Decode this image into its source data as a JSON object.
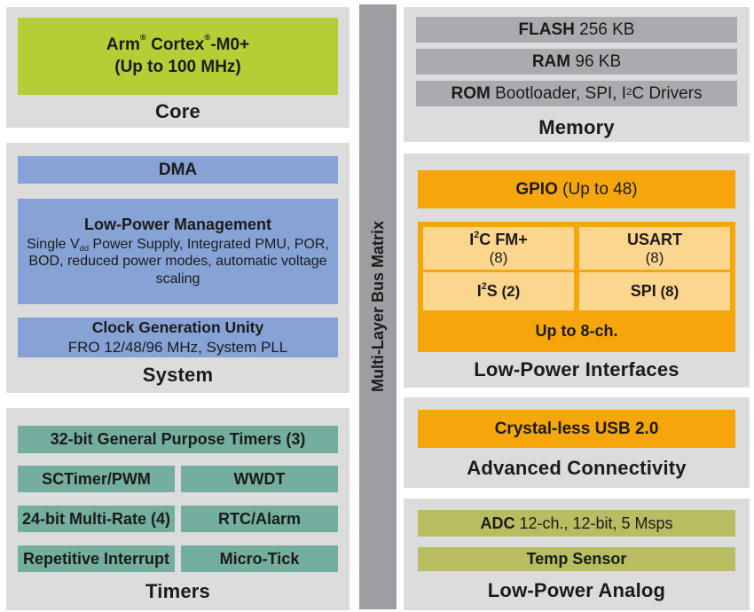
{
  "colors": {
    "panel_bg": "#dcdcdc",
    "core_green": "#b6ce35",
    "system_blue": "#87a3d5",
    "timers_teal": "#74ae9f",
    "memory_gray": "#a9abae",
    "bus_gray": "#9c9ea1",
    "interface_orange": "#f6a60a",
    "interface_light_orange": "#fcd68e",
    "analog_olive": "#b8bd62",
    "text": "#1b1b1b"
  },
  "core": {
    "label": "Core",
    "title_brand": "Arm",
    "title_reg1": "®",
    "title_family": " Cortex",
    "title_reg2": "®",
    "title_suffix": "-M0+",
    "subtitle": "(Up to 100 MHz)"
  },
  "system": {
    "label": "System",
    "dma": "DMA",
    "lpm_title": "Low-Power Management",
    "lpm_pre": "Single V",
    "lpm_sub": "dd",
    "lpm_post": " Power Supply, Integrated PMU, POR, BOD, reduced power modes, automatic voltage scaling",
    "clock_title": "Clock Generation Unity",
    "clock_sub": "FRO 12/48/96 MHz, System PLL"
  },
  "timers": {
    "label": "Timers",
    "full_row": "32-bit General Purpose Timers (3)",
    "cells": [
      "SCTimer/PWM",
      "WWDT",
      "24-bit Multi-Rate (4)",
      "RTC/Alarm",
      "Repetitive Interrupt",
      "Micro-Tick"
    ]
  },
  "bus": {
    "label": "Multi-Layer Bus Matrix"
  },
  "memory": {
    "label": "Memory",
    "flash_name": "FLASH",
    "flash_val": " 256 KB",
    "ram_name": "RAM",
    "ram_val": " 96 KB",
    "rom_name": "ROM",
    "rom_pre": " Bootloader, SPI, I",
    "rom_sup": "2",
    "rom_post": "C Drivers"
  },
  "interfaces": {
    "label": "Low-Power Interfaces",
    "gpio_name": "GPIO",
    "gpio_val": " (Up to 48)",
    "i2c_pre": "I",
    "i2c_sup": "2",
    "i2c_post": "C FM+",
    "i2c_count": "(8)",
    "usart_name": "USART",
    "usart_count": "(8)",
    "i2s_pre": "I",
    "i2s_sup": "2",
    "i2s_post": "S",
    "i2s_count": " (2)",
    "spi_name": "SPI",
    "spi_count": " (8)",
    "channels": "Up to 8-ch."
  },
  "connectivity": {
    "label": "Advanced Connectivity",
    "usb": "Crystal-less USB 2.0"
  },
  "analog": {
    "label": "Low-Power Analog",
    "adc_name": "ADC",
    "adc_val": " 12-ch., 12-bit, 5 Msps",
    "temp": "Temp Sensor"
  }
}
